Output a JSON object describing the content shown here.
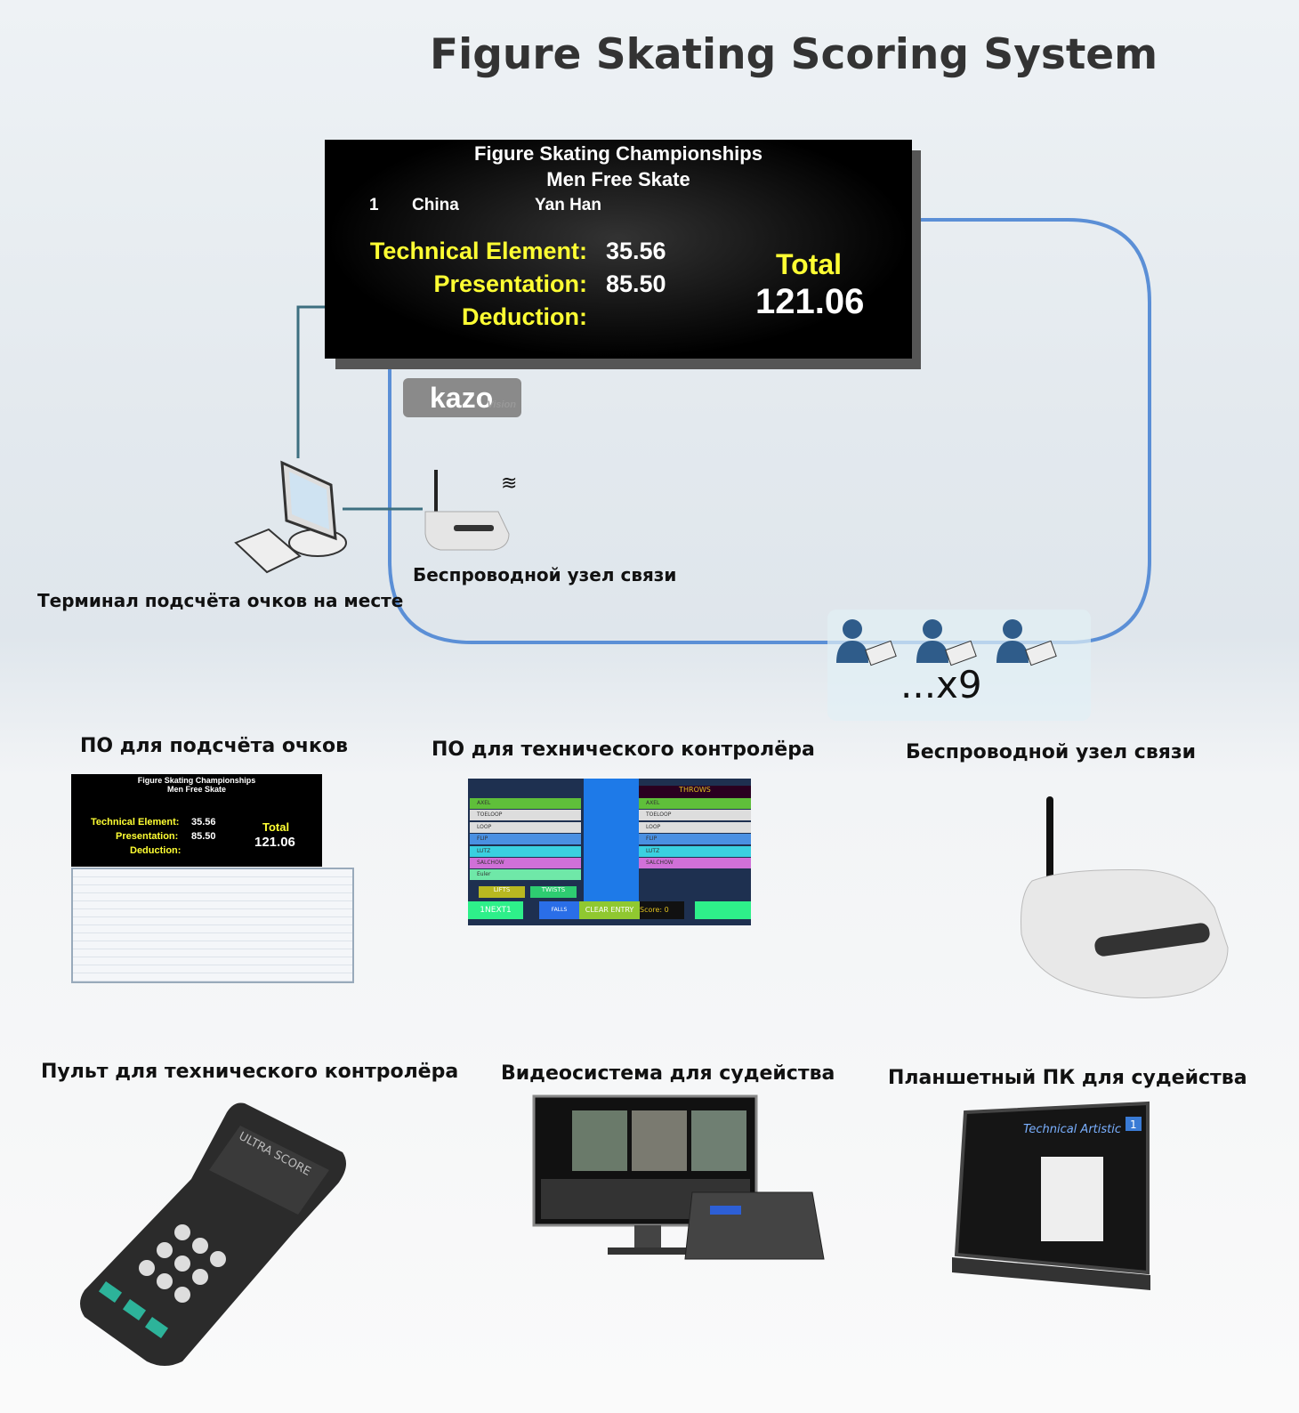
{
  "title": "Figure Skating Scoring System",
  "scoreboard": {
    "event": "Figure Skating Championships",
    "segment": "Men Free Skate",
    "rank": "1",
    "country": "China",
    "skater": "Yan Han",
    "tech_label": "Technical Element:",
    "tech_value": "35.56",
    "pres_label": "Presentation:",
    "pres_value": "85.50",
    "ded_label": "Deduction:",
    "total_label": "Total",
    "total_value": "121.06"
  },
  "logo": {
    "brand": "kazo",
    "sub": "Vision"
  },
  "diagram": {
    "router_label": "Беспроводной узел связи",
    "terminal_label": "Терминал подсчёта очков на месте",
    "judges_count": "...x9"
  },
  "products": [
    {
      "label": "ПО для подсчёта очков"
    },
    {
      "label": "ПО для технического контролёра",
      "screen": {
        "header": "THROWS",
        "rows": [
          "AXEL",
          "TOELOOP",
          "LOOP",
          "FLIP",
          "LUTZ",
          "SALCHOW",
          "Euler"
        ],
        "buttons": [
          "LIFTS",
          "TWISTS",
          "1NEXT1",
          "FALLS",
          "CLEAR ENTRY",
          "Score:  0"
        ]
      }
    },
    {
      "label": "Беспроводной узел связи"
    },
    {
      "label": "Пульт для технического контролёра",
      "device_text": "ULTRA SCORE"
    },
    {
      "label": "Видеосистема для судейства"
    },
    {
      "label": "Планшетный ПК для судейства",
      "screen_text": "Technical Artistic",
      "badge": "1"
    }
  ],
  "colors": {
    "link": "#5b8fd6",
    "yellow": "#ffff33"
  }
}
